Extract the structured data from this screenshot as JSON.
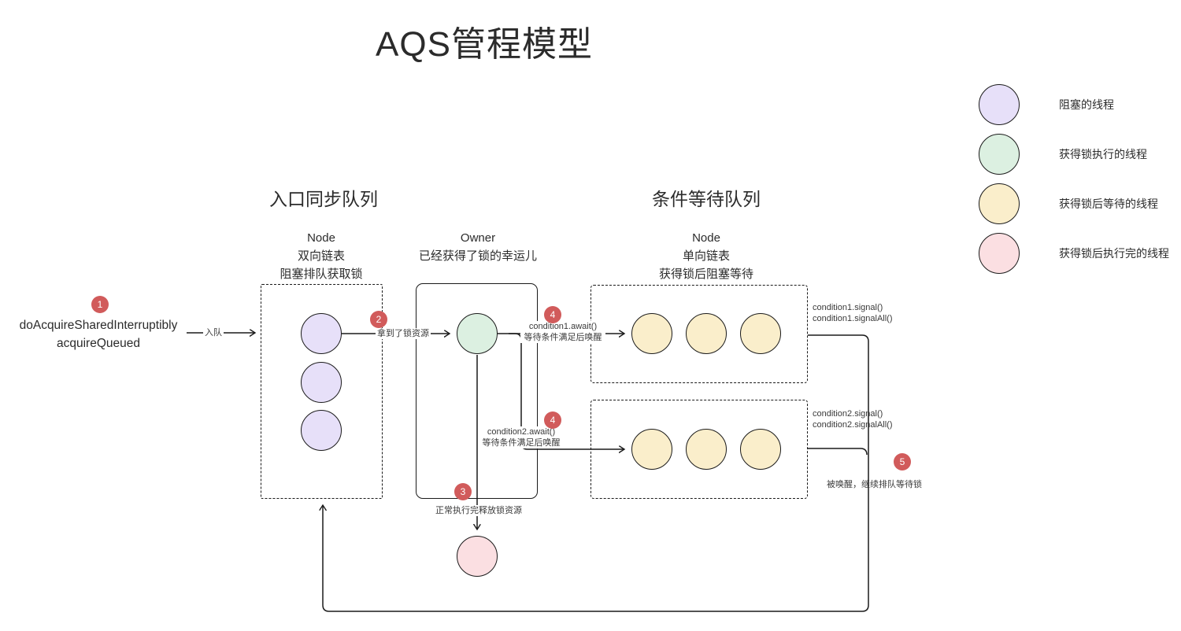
{
  "title": "AQS管程模型",
  "colors": {
    "stroke": "#1a1a1a",
    "blocked_thread": "#e7e0f9",
    "running_thread": "#dcf0e1",
    "waiting_thread": "#faeecb",
    "finished_thread": "#fbdfe2",
    "badge_red": "#d15b5b"
  },
  "legend": {
    "items": [
      {
        "label": "阻塞的线程",
        "color": "#e7e0f9"
      },
      {
        "label": "获得锁执行的线程",
        "color": "#dcf0e1"
      },
      {
        "label": "获得锁后等待的线程",
        "color": "#faeecb"
      },
      {
        "label": "获得锁后执行完的线程",
        "color": "#fbdfe2"
      }
    ]
  },
  "entry_queue": {
    "heading": "入口同步队列",
    "node_lines": [
      "Node",
      "双向链表",
      "阻塞排队获取锁"
    ]
  },
  "owner": {
    "lines": [
      "Owner",
      "已经获得了锁的幸运儿"
    ]
  },
  "condition_queue": {
    "heading": "条件等待队列",
    "node_lines": [
      "Node",
      "单向链表",
      "获得锁后阻塞等待"
    ]
  },
  "source": {
    "line1": "doAcquireSharedInterruptibly",
    "line2": "acquireQueued"
  },
  "labels": {
    "enqueue": "入队",
    "acquired": "拿到了锁资源",
    "await1_l1": "condition1.await()",
    "await1_l2": "等待条件满足后唤醒",
    "await2_l1": "condition2.await()",
    "await2_l2": "等待条件满足后唤醒",
    "signal1_l1": "condition1.signal()",
    "signal1_l2": "condition1.signalAll()",
    "signal2_l1": "condition2.signal()",
    "signal2_l2": "condition2.signalAll()",
    "release": "正常执行完释放锁资源",
    "requeue": "被唤醒，继续排队等待锁"
  },
  "badges": {
    "step1": "1",
    "step2": "2",
    "step3": "3",
    "step4a": "4",
    "step4b": "4",
    "step5": "5"
  }
}
